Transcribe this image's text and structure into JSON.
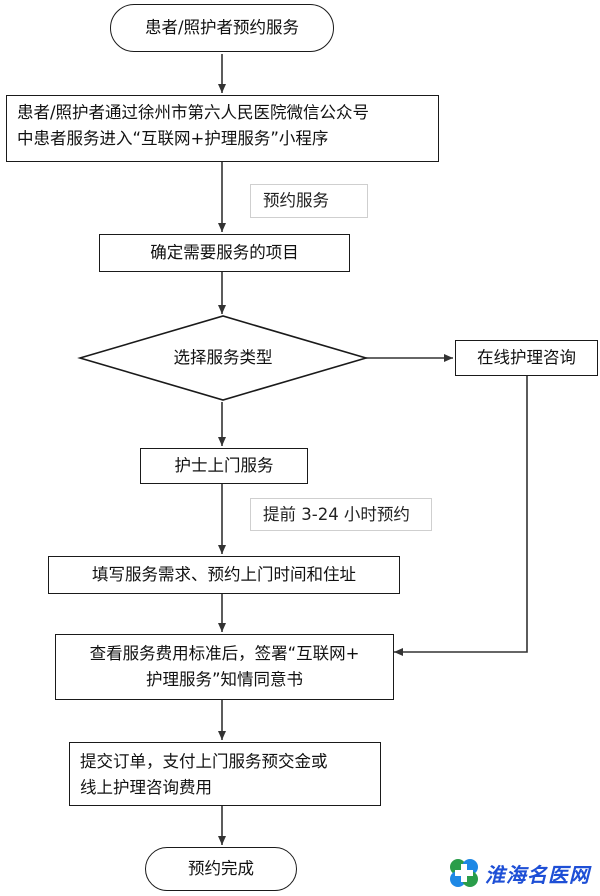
{
  "flow": {
    "start": "患者/照护者预约服务",
    "step1_line1": "患者/照护者通过徐州市第六人民医院微信公众号",
    "step1_line2": "中患者服务进入“互联网+护理服务”小程序",
    "note1": "预约服务",
    "step2": "确定需要服务的项目",
    "decision": "选择服务类型",
    "branch_online": "在线护理咨询",
    "branch_home": "护士上门服务",
    "note2": "提前 3-24 小时预约",
    "step3": "填写服务需求、预约上门时间和住址",
    "step4_line1": "查看服务费用标准后，签署“互联网+",
    "step4_line2": "护理服务”知情同意书",
    "step5_line1": "提交订单，支付上门服务预交金或",
    "step5_line2": "线上护理咨询费用",
    "end": "预约完成"
  },
  "watermark": {
    "text": "淮海名医网",
    "color": "#1e4fd6",
    "logo_icon": "clover-cross-logo"
  }
}
